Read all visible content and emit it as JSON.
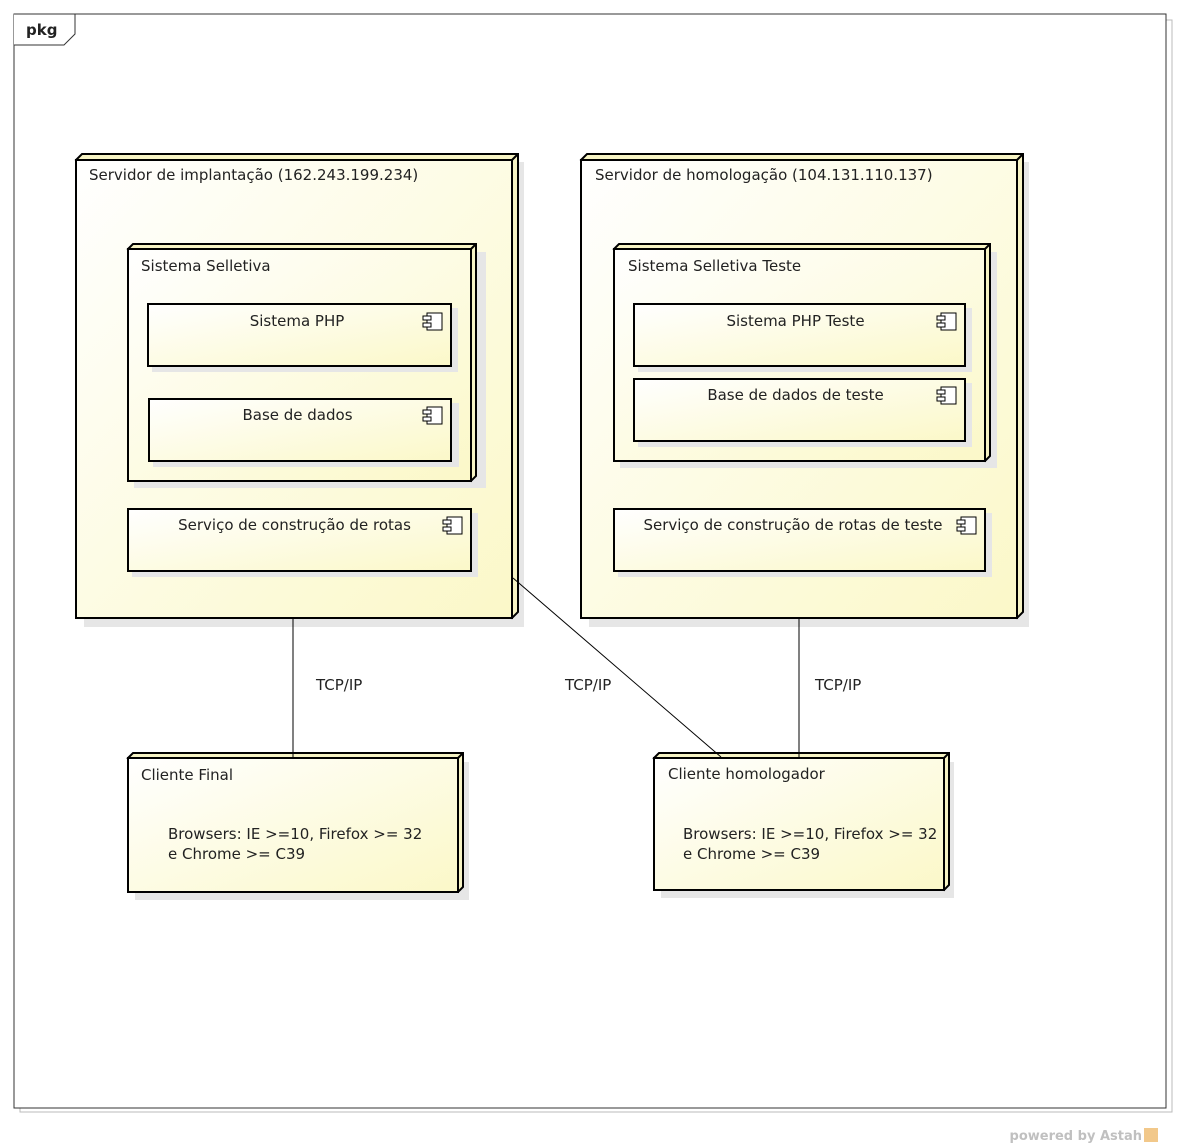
{
  "frame": {
    "tag": "pkg"
  },
  "nodes": {
    "prod_server": {
      "title": "Servidor de implantação (162.243.199.234)"
    },
    "prod_system": {
      "title": "Sistema Selletiva"
    },
    "prod_php": {
      "title": "Sistema PHP"
    },
    "prod_db": {
      "title": "Base de dados"
    },
    "prod_routes": {
      "title": "Serviço de construção de rotas"
    },
    "test_server": {
      "title": "Servidor de homologação (104.131.110.137)"
    },
    "test_system": {
      "title": "Sistema Selletiva Teste"
    },
    "test_php": {
      "title": "Sistema PHP Teste"
    },
    "test_db": {
      "title": "Base de dados de teste"
    },
    "test_routes": {
      "title": "Serviço de construção de rotas de teste"
    },
    "client_final": {
      "title": "Cliente Final",
      "line1": "Browsers: IE >=10, Firefox >= 32",
      "line2": "e Chrome >= C39"
    },
    "client_homolog": {
      "title": "Cliente homologador",
      "line1": "Browsers: IE >=10, Firefox >= 32",
      "line2": "e Chrome >= C39"
    }
  },
  "links": {
    "left": "TCP/IP",
    "middle": "TCP/IP",
    "right": "TCP/IP"
  },
  "footer": {
    "text": "powered by Astah"
  },
  "colors": {
    "node_fill": "#fefde0",
    "node_stroke": "#000000",
    "shadow": "#d9d9d9"
  }
}
